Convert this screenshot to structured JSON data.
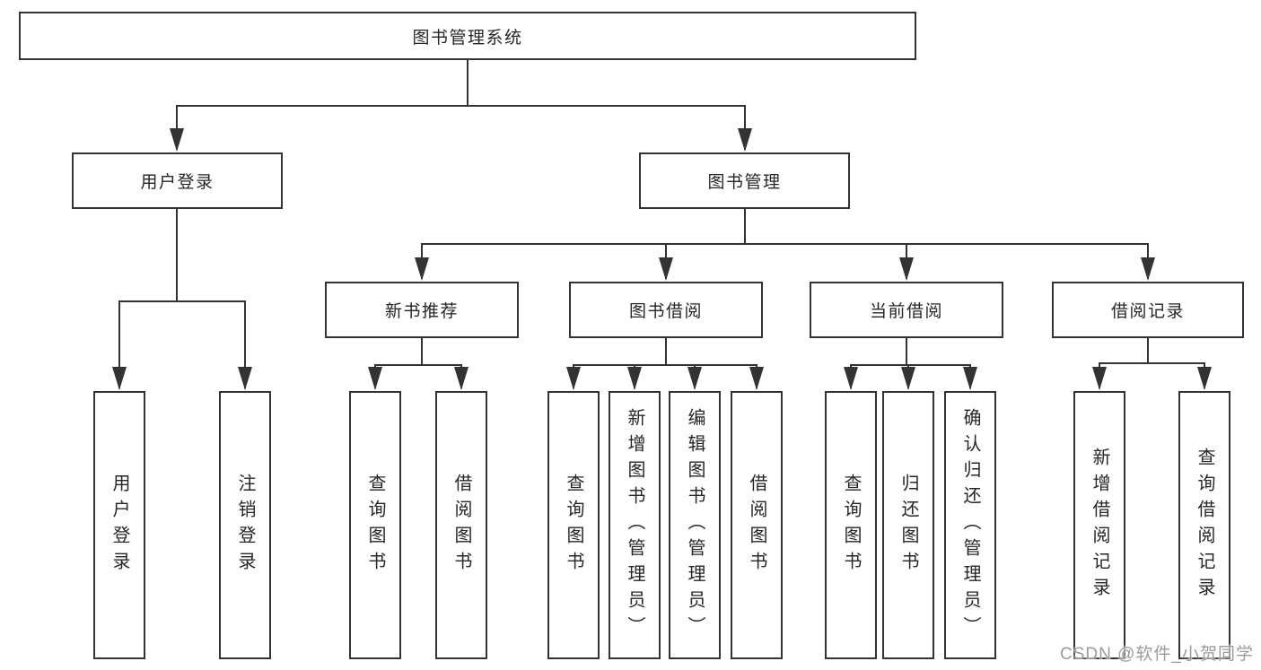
{
  "diagram": {
    "root": {
      "label": "图书管理系统"
    },
    "user_login": {
      "label": "用户登录",
      "children": [
        "用户登录",
        "注销登录"
      ]
    },
    "book_management": {
      "label": "图书管理",
      "sections": {
        "new_book_recommend": {
          "label": "新书推荐",
          "children": [
            "查询图书",
            "借阅图书"
          ]
        },
        "book_borrow": {
          "label": "图书借阅",
          "children": [
            "查询图书",
            "新增图书（管理员）",
            "编辑图书（管理员）",
            "借阅图书"
          ]
        },
        "current_borrow": {
          "label": "当前借阅",
          "children": [
            "查询图书",
            "归还图书",
            "确认归还（管理员）"
          ]
        },
        "borrow_record": {
          "label": "借阅记录",
          "children": [
            "新增借阅记录",
            "查询借阅记录"
          ]
        }
      }
    }
  },
  "watermark": {
    "text": "CSDN @软件_小贺同学"
  },
  "colors": {
    "line": "#333333",
    "text": "#262626",
    "watermark": "#9b9b9b",
    "background": "#ffffff"
  }
}
